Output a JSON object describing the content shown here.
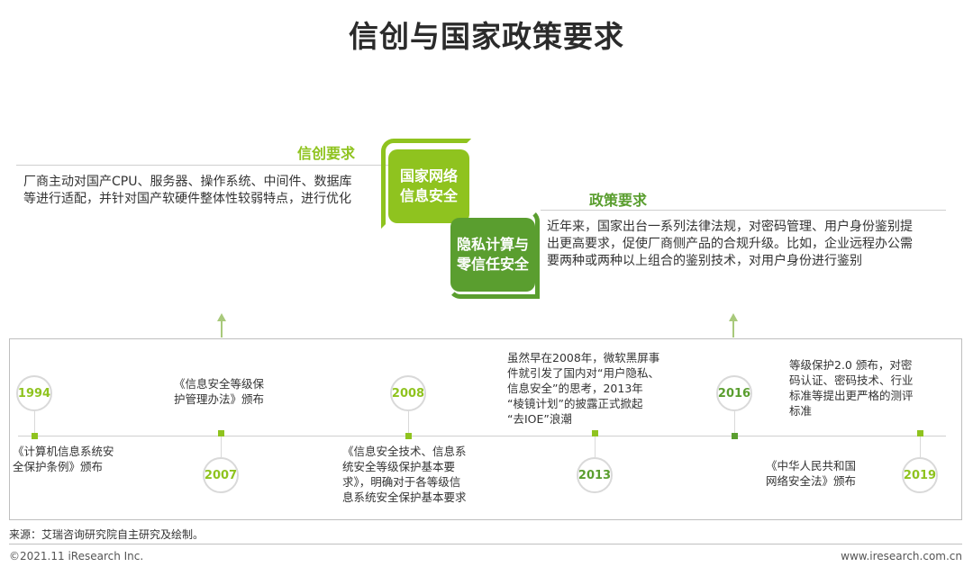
{
  "title": "信创与国家政策要求",
  "colors": {
    "light_green": "#8fc31f",
    "dark_green": "#5a9e2f",
    "text": "#333333",
    "gray": "#d9d9d9"
  },
  "left_section": {
    "label": "信创要求",
    "desc_lines": [
      "厂商主动对国产CPU、服务器、操作系统、中间件、数据库",
      "等进行适配，并针对国产软硬件整体性较弱特点，进行优化"
    ]
  },
  "right_section": {
    "label": "政策要求",
    "desc_lines": [
      "近年来，国家出台一系列法律法规，对密码管理、用户身份鉴别提",
      "出更高要求，促使厂商侧产品的合规升级。比如，企业远程办公需",
      "要两种或两种以上组合的鉴别技术，对用户身份进行鉴别"
    ]
  },
  "hero_boxes": [
    {
      "lines": [
        "国家网络",
        "信息安全"
      ]
    },
    {
      "lines": [
        "隐私计算与",
        "零信任安全"
      ]
    }
  ],
  "timeline": [
    {
      "year": "1994",
      "event_lines": [
        "《计算机信息系统安",
        "全保护条例》颁布"
      ]
    },
    {
      "year": "2007",
      "event_lines": [
        "《信息安全等级保",
        "护管理办法》颁布"
      ]
    },
    {
      "year": "2008",
      "event_lines": [
        "《信息安全技术、信息系",
        "统安全等级保护基本要",
        "求》，明确对于各等级信",
        "息系统安全保护基本要求"
      ]
    },
    {
      "year": "2013",
      "event_lines": [
        "虽然早在2008年，微软黑屏事",
        "件就引发了国内对“用户隐私、",
        "信息安全”的思考，2013年",
        "“棱镜计划”的披露正式掀起",
        "“去IOE”浪潮"
      ]
    },
    {
      "year": "2016",
      "event_lines": [
        "等级保护2.0 颁布，对密",
        "码认证、密码技术、行业",
        "标准等提出更严格的测评",
        "标准"
      ]
    },
    {
      "year": "2019",
      "event_lines": [
        "《中华人民共和国",
        "网络安全法》颁布"
      ]
    }
  ],
  "source": "来源：艾瑞咨询研究院自主研究及绘制。",
  "footer": {
    "left": "©2021.11 iResearch Inc.",
    "right": "www.iresearch.com.cn"
  }
}
